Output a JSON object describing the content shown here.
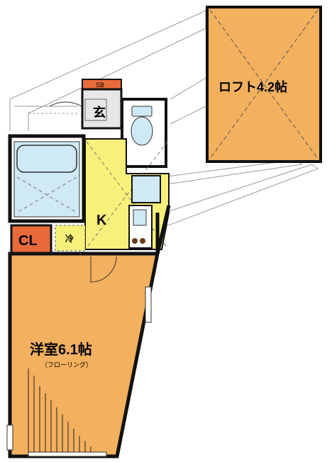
{
  "rooms": {
    "loft": {
      "label": "ロフト4.2帖"
    },
    "western": {
      "label": "洋室6.1帖",
      "sub": "（フローリング）"
    },
    "kitchen": {
      "label": "K"
    },
    "entrance": {
      "label": "玄"
    },
    "shoebox": {
      "label": "SB"
    },
    "closet": {
      "label": "CL"
    },
    "fridge": {
      "label": "冷"
    }
  },
  "colors": {
    "wall": "#111111",
    "loft": "#f3b05e",
    "western": "#f3b05e",
    "kitchen": "#f7f07a",
    "bath": "#cfe9f7",
    "entrance": "#e7e7e7",
    "closet": "#e86a3a",
    "shoebox": "#e86a3a"
  }
}
